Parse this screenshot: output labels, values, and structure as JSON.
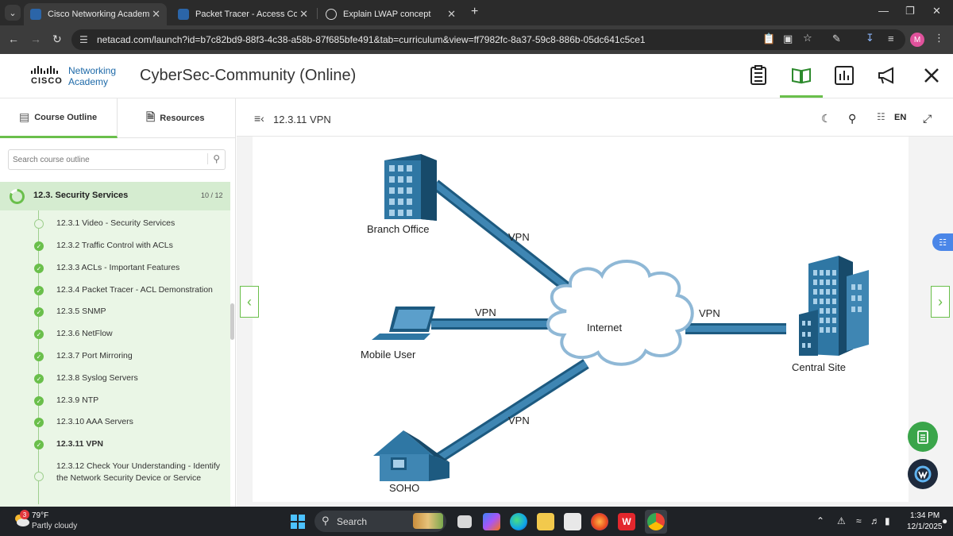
{
  "browser": {
    "tabs": [
      {
        "title": "Cisco Networking Academy: Cy",
        "active": true
      },
      {
        "title": "Packet Tracer - Access Control L",
        "active": false
      },
      {
        "title": "Explain LWAP concept",
        "active": false
      }
    ],
    "url": "netacad.com/launch?id=b7c82bd9-88f3-4c38-a58b-87f685bfe491&tab=curriculum&view=ff7982fc-8a37-59c8-886b-05dc641c5ce1",
    "profile_initial": "M"
  },
  "site": {
    "logo_networking": "Networking",
    "logo_academy": "Academy",
    "logo_cisco": "CISCO",
    "course_title": "CyberSec-Community (Online)"
  },
  "sidebar": {
    "tab_outline": "Course Outline",
    "tab_resources": "Resources",
    "search_placeholder": "Search course outline",
    "section_title": "12.3. Security Services",
    "section_count": "10 / 12",
    "items": [
      {
        "label": "12.3.1 Video - Security Services",
        "done": false,
        "current": false
      },
      {
        "label": "12.3.2 Traffic Control with ACLs",
        "done": true,
        "current": false
      },
      {
        "label": "12.3.3 ACLs - Important Features",
        "done": true,
        "current": false
      },
      {
        "label": "12.3.4 Packet Tracer - ACL Demonstration",
        "done": true,
        "current": false
      },
      {
        "label": "12.3.5 SNMP",
        "done": true,
        "current": false
      },
      {
        "label": "12.3.6 NetFlow",
        "done": true,
        "current": false
      },
      {
        "label": "12.3.7 Port Mirroring",
        "done": true,
        "current": false
      },
      {
        "label": "12.3.8 Syslog Servers",
        "done": true,
        "current": false
      },
      {
        "label": "12.3.9 NTP",
        "done": true,
        "current": false
      },
      {
        "label": "12.3.10 AAA Servers",
        "done": true,
        "current": false
      },
      {
        "label": "12.3.11 VPN",
        "done": true,
        "current": true
      },
      {
        "label": "12.3.12 Check Your Understanding - Identify the Network Security Device or Service",
        "done": false,
        "current": false
      }
    ]
  },
  "content": {
    "page_title": "12.3.11 VPN",
    "language": "EN"
  },
  "diagram": {
    "branch_office": "Branch Office",
    "mobile_user": "Mobile User",
    "soho": "SOHO",
    "internet": "Internet",
    "central_site": "Central Site",
    "vpn_label": "VPN"
  },
  "taskbar": {
    "weather_temp": "79°F",
    "weather_desc": "Partly cloudy",
    "weather_badge": "3",
    "search_label": "Search",
    "time": "1:34 PM",
    "date": "12/1/2025"
  },
  "colors": {
    "accent_green": "#6abf4b",
    "link_blue": "#2a6d9a",
    "cloud_blue": "#8fb8d6"
  }
}
